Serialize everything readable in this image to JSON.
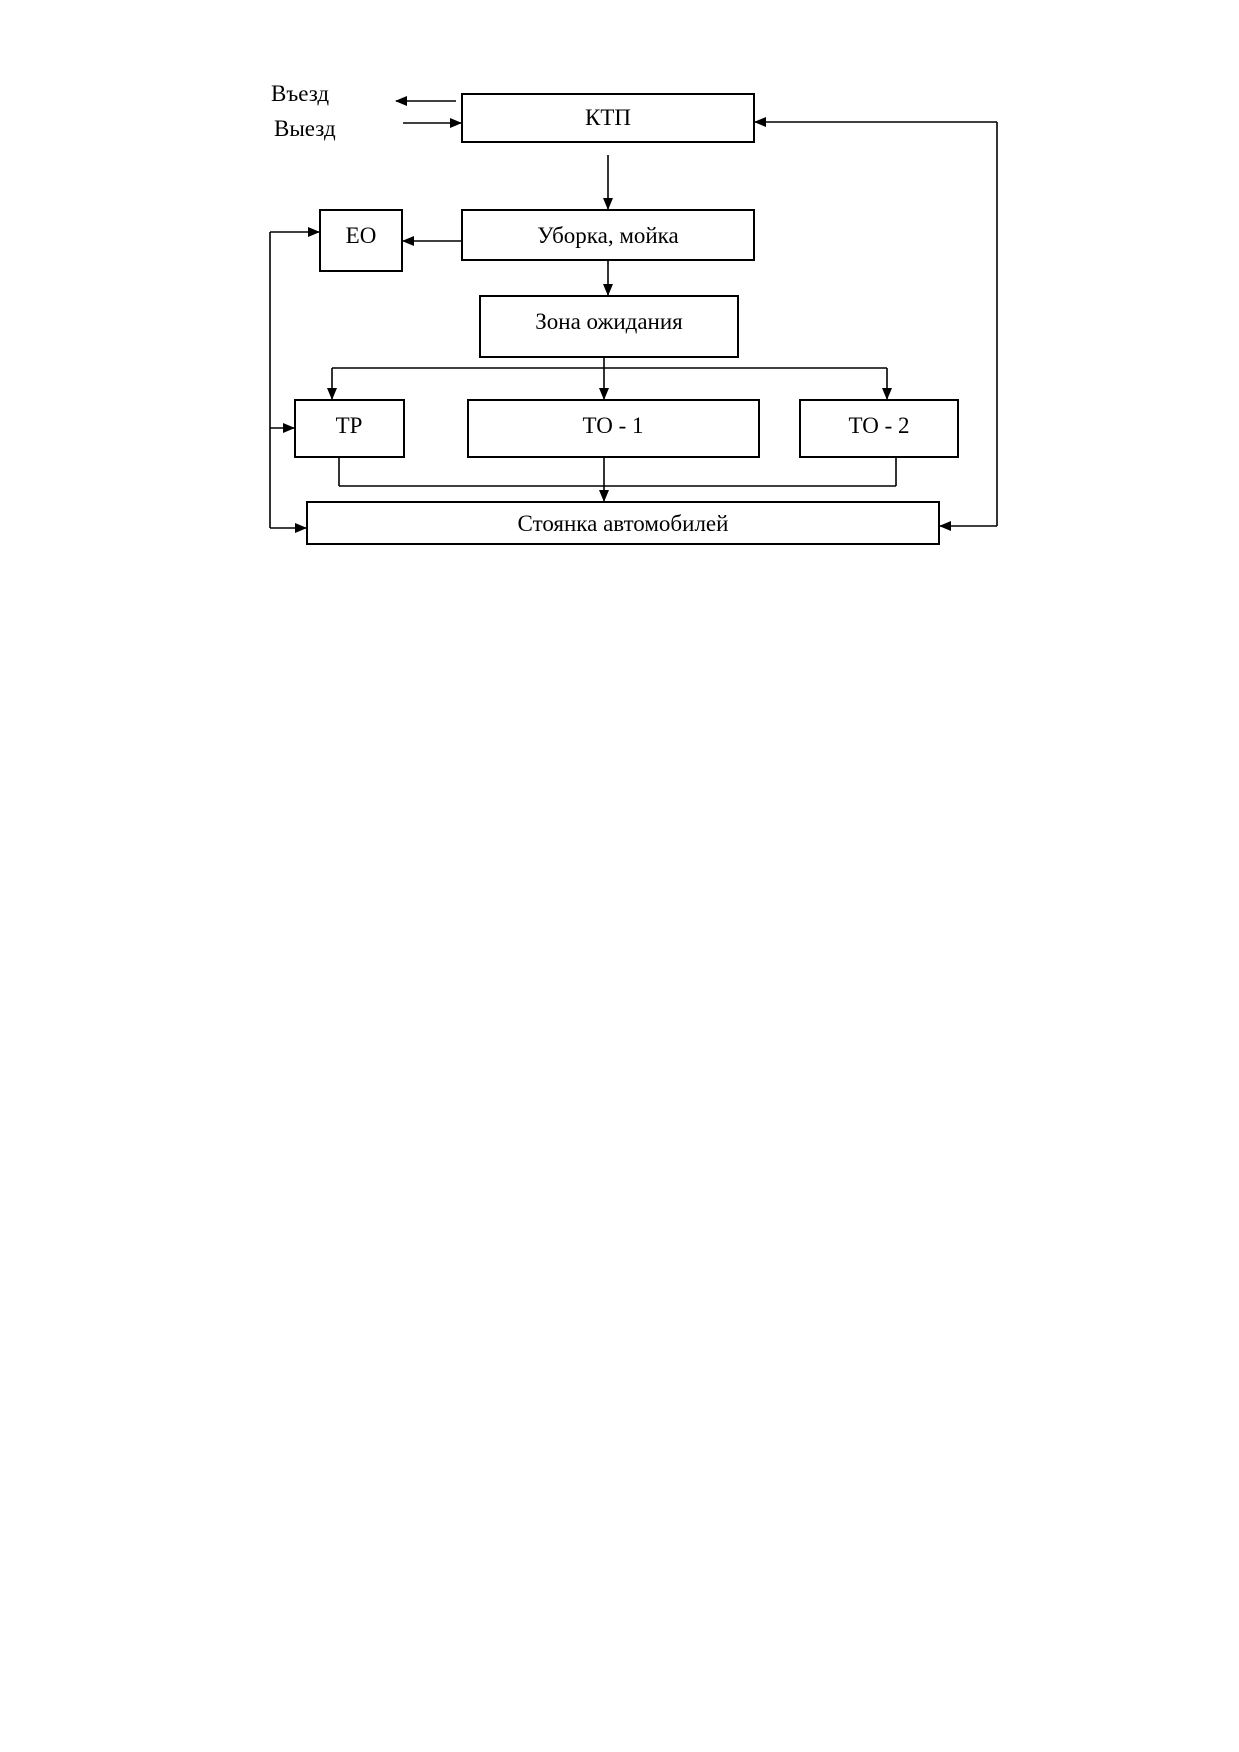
{
  "diagram": {
    "side_labels": {
      "entry": "Въезд",
      "exit": "Выезд"
    },
    "nodes": {
      "ktp": "КТП",
      "cleaning": "Уборка, мойка",
      "eo": "ЕО",
      "waiting": "Зона ожидания",
      "tr": "ТР",
      "to1": "ТО - 1",
      "to2": "ТО - 2",
      "parking": "Стоянка автомобилей"
    }
  }
}
